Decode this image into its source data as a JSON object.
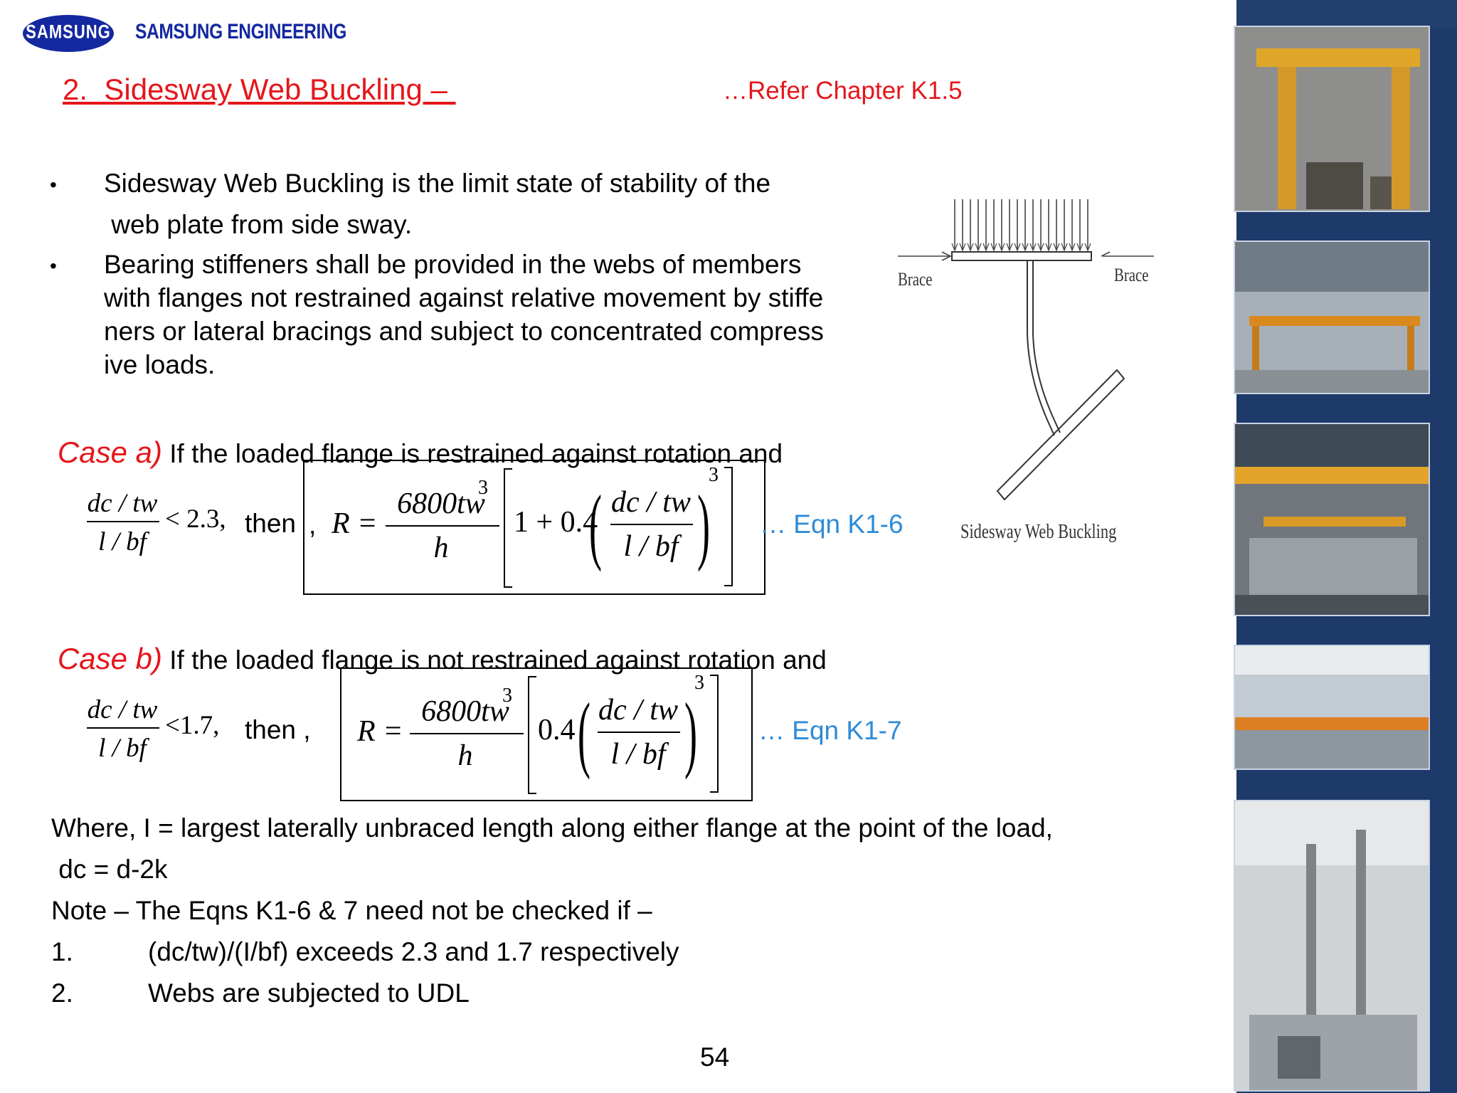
{
  "header": {
    "samsung_logo_text": "SAMSUNG",
    "company_name": "SAMSUNG ENGINEERING"
  },
  "title": {
    "main": "2.  Sidesway Web Buckling – ",
    "reference": "…Refer Chapter K1.5"
  },
  "bullets": [
    {
      "line1": "Sidesway Web Buckling is the limit state of stability of the",
      "line2": " web plate from side sway."
    },
    {
      "line1": "Bearing stiffeners shall be provided in the webs of members",
      "line2": "with flanges not restrained against relative movement by stiffe",
      "line3": "ners or lateral bracings and subject to concentrated compress",
      "line4": "ive loads."
    }
  ],
  "case_a": {
    "label": "Case a)",
    "text": " If the loaded flange is restrained against rotation and",
    "limit": "< 2.3,",
    "then": "then",
    "eqn_ref": "… Eqn K1-6"
  },
  "case_b": {
    "label": "Case b)",
    "text": " If the loaded flange is not restrained against rotation and",
    "limit": "<1.7,",
    "then": "then ,",
    "eqn_ref": "… Eqn K1-7"
  },
  "math": {
    "dc_tw": "dc / tw",
    "l_bf": "l / bf",
    "R": "R =",
    "numerator": "6800tw",
    "h": "h",
    "one_plus": "1 + 0.4",
    "point_four": "0.4",
    "cube": "3"
  },
  "diagram": {
    "brace_left": "Brace",
    "brace_right": "Brace",
    "caption": "Sidesway Web Buckling"
  },
  "where": {
    "line1": "Where, I = largest laterally unbraced length along either flange at the point of the load,",
    "line2": " dc = d-2k",
    "note": "Note – The Eqns K1-6 & 7 need not be checked if –",
    "items": [
      {
        "num": "1.",
        "text": "(dc/tw)/(I/bf) exceeds 2.3 and 1.7 respectively"
      },
      {
        "num": "2.",
        "text": "Webs are subjected to UDL"
      }
    ]
  },
  "page_number": "54",
  "colors": {
    "accent_red": "#e5161b",
    "eqn_blue": "#2d8bd8",
    "brand_blue": "#1428a0",
    "strip_blue": "#1e3a6b"
  }
}
